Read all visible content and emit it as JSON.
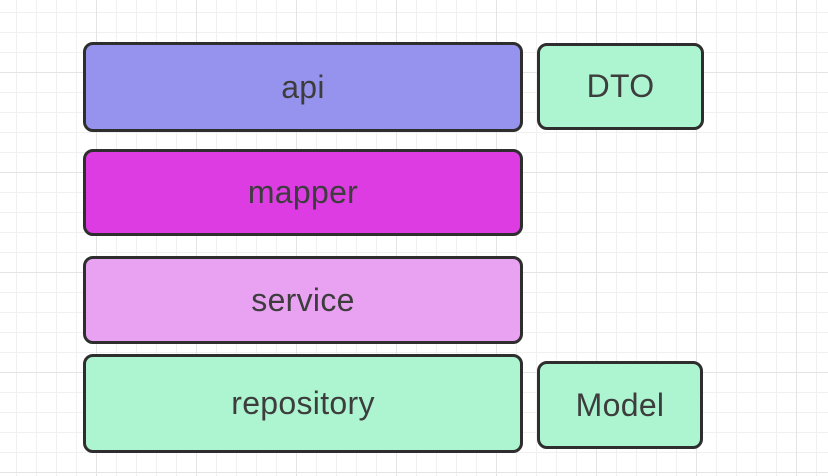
{
  "diagram": {
    "stroke_color": "#2e2e2e",
    "label_color": "#3d3d3d",
    "grid": {
      "background": "#ffffff",
      "minor_line_color": "#f0f0f0",
      "major_line_color": "#e4e4e4"
    },
    "nodes": [
      {
        "id": "api",
        "label": "api",
        "fill": "#9693ee"
      },
      {
        "id": "dto",
        "label": "DTO",
        "fill": "#adf5d0"
      },
      {
        "id": "mapper",
        "label": "mapper",
        "fill": "#dc3ce2"
      },
      {
        "id": "service",
        "label": "service",
        "fill": "#e9a1f2"
      },
      {
        "id": "repository",
        "label": "repository",
        "fill": "#adf5d0"
      },
      {
        "id": "model",
        "label": "Model",
        "fill": "#adf5d0"
      }
    ]
  }
}
